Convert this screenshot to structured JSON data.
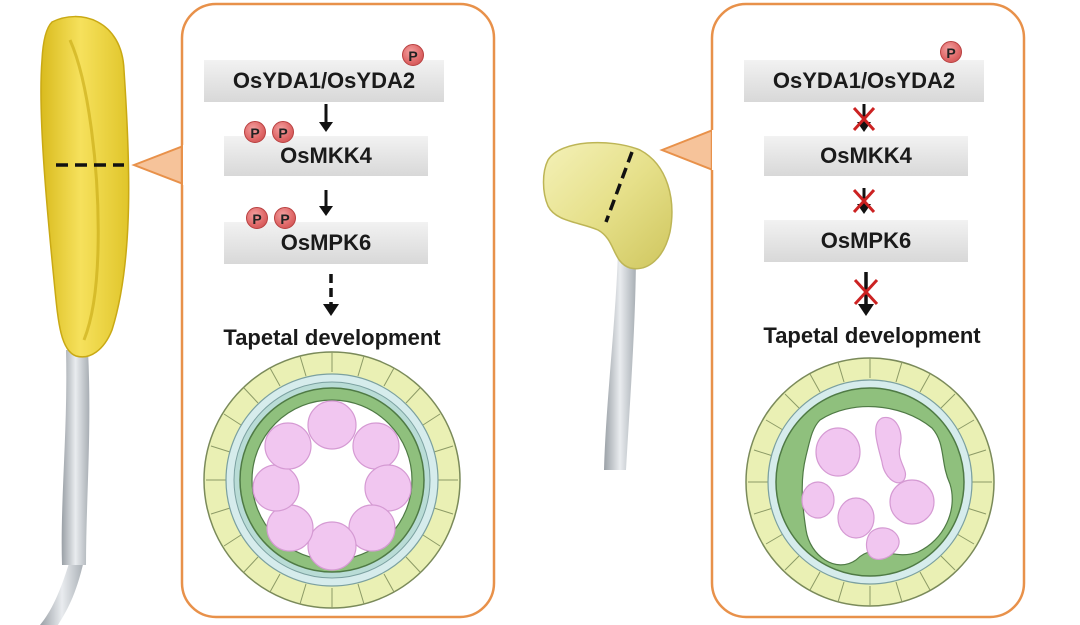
{
  "colors": {
    "panel_border": "#e8914a",
    "box_fill": "#e6e6e6",
    "phospho_badge": "#e06a6a",
    "block_cross": "#cc2222",
    "epidermis": "#eaf0b4",
    "endothecium": "#d6ecec",
    "tapetum": "#8fc07d",
    "microspore": "#f1c6f0",
    "anther_yellow": "#f2d84a",
    "mutant_yellow": "#ece8a0"
  },
  "wild_type": {
    "proteins": [
      {
        "label": "OsYDA1/OsYDA2",
        "phospho_count": 1
      },
      {
        "label": "OsMKK4",
        "phospho_count": 2
      },
      {
        "label": "OsMPK6",
        "phospho_count": 2
      }
    ],
    "phospho_label": "P",
    "outcome": "Tapetal development",
    "signal_passes": true
  },
  "mutant": {
    "proteins": [
      {
        "label": "OsYDA1/OsYDA2",
        "phospho_count": 1
      },
      {
        "label": "OsMKK4",
        "phospho_count": 0
      },
      {
        "label": "OsMPK6",
        "phospho_count": 0
      }
    ],
    "phospho_label": "P",
    "outcome": "Tapetal development",
    "signal_passes": false
  }
}
